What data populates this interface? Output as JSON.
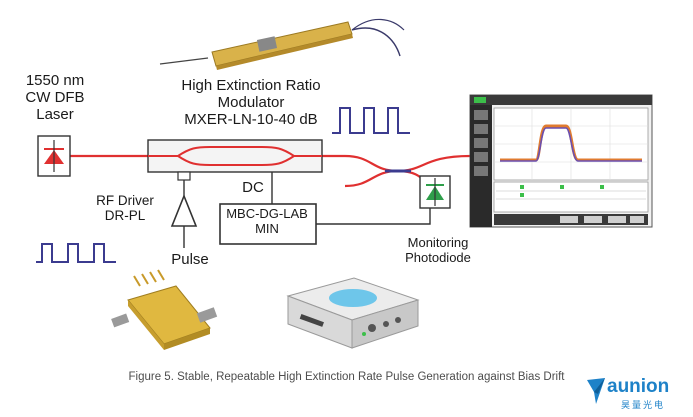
{
  "labels": {
    "laser": [
      "1550 nm",
      "CW DFB",
      "Laser"
    ],
    "modulator": [
      "High Extinction Ratio",
      "Modulator",
      "MXER-LN-10-40 dB"
    ],
    "rf_driver": [
      "RF Driver",
      "DR-PL"
    ],
    "dc": "DC",
    "controller": [
      "MBC-DG-LAB",
      "MIN"
    ],
    "pulse": "Pulse",
    "photodiode": [
      "Monitoring",
      "Photodiode"
    ]
  },
  "caption": "Figure 5. Stable, Repeatable High Extinction Rate Pulse Generation against Bias Drift",
  "logo": {
    "name": "aunion",
    "subtitle": "昊量光电"
  },
  "colors": {
    "optical_path": "#e03030",
    "pulse_train": "#3b3b8f",
    "diagram_line": "#333333",
    "modulator_box": "#f4f4f4",
    "pd_diode": "#2e9e4a",
    "laser_diode": "#e03030",
    "logo": "#1e82c8"
  },
  "icons": {
    "laser": "red-diode-arrow-icon",
    "photodiode": "green-diode-arrow-icon",
    "rf_driver": "amplifier-triangle-icon"
  }
}
